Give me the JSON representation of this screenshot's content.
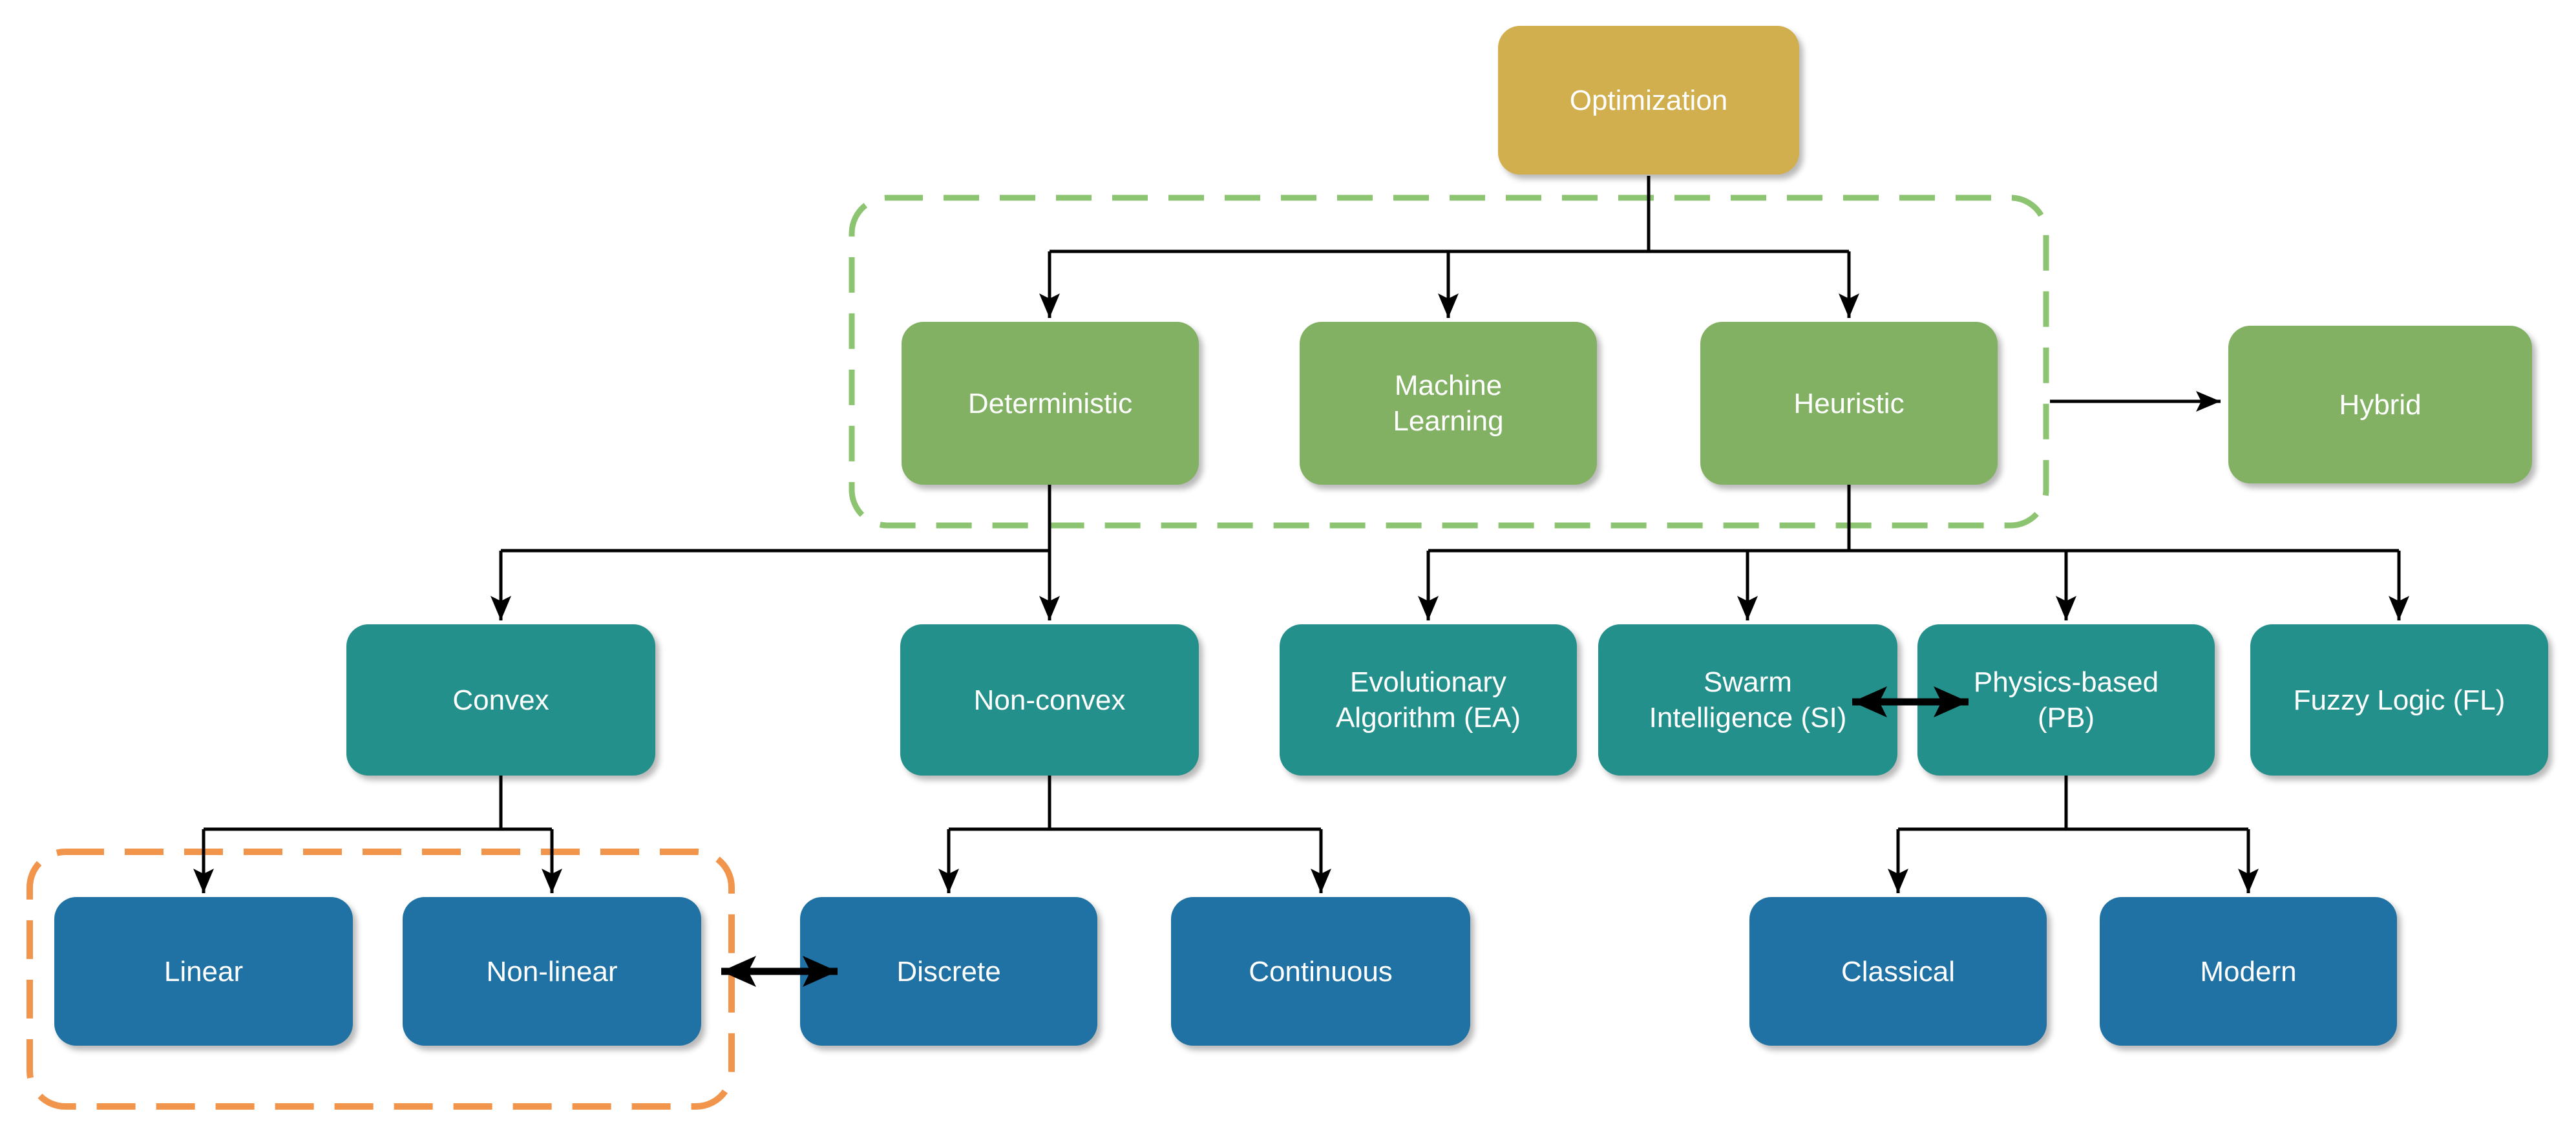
{
  "diagram": {
    "type": "flowchart",
    "title": "Optimization methods taxonomy",
    "background": "#FFFFFF",
    "colors": {
      "root_fill": "#D2AF4E",
      "category_fill": "#82B164",
      "subcategory_fill": "#24908B",
      "leaf_fill": "#1F72A3",
      "green_dash": "#8CC472",
      "orange_dash": "#F0954B",
      "connector": "#000000",
      "text": "#FFFFFF"
    },
    "nodes": {
      "optimization": {
        "label": "Optimization"
      },
      "deterministic": {
        "label": "Deterministic"
      },
      "machine_learning": {
        "label": "Machine Learning"
      },
      "heuristic": {
        "label": "Heuristic"
      },
      "hybrid": {
        "label": "Hybrid"
      },
      "convex": {
        "label": "Convex"
      },
      "non_convex": {
        "label": "Non-convex"
      },
      "ea": {
        "label": "Evolutionary Algorithm (EA)"
      },
      "si": {
        "label": "Swarm Intelligence (SI)"
      },
      "pb": {
        "label": "Physics-based (PB)"
      },
      "fl": {
        "label": "Fuzzy Logic (FL)"
      },
      "linear": {
        "label": "Linear"
      },
      "non_linear": {
        "label": "Non-linear"
      },
      "discrete": {
        "label": "Discrete"
      },
      "continuous": {
        "label": "Continuous"
      },
      "classical": {
        "label": "Classical"
      },
      "modern": {
        "label": "Modern"
      }
    },
    "groups": [
      {
        "name": "green-dashed-group",
        "style": "green dashed rounded rectangle",
        "members": [
          "Deterministic",
          "Machine Learning",
          "Heuristic"
        ]
      },
      {
        "name": "orange-dashed-group",
        "style": "orange dashed rounded rectangle",
        "members": [
          "Linear",
          "Non-linear"
        ]
      }
    ],
    "edges": [
      {
        "from": "Optimization",
        "to": "Deterministic",
        "type": "arrow"
      },
      {
        "from": "Optimization",
        "to": "Machine Learning",
        "type": "arrow"
      },
      {
        "from": "Optimization",
        "to": "Heuristic",
        "type": "arrow"
      },
      {
        "from": "Heuristic group",
        "to": "Hybrid",
        "type": "arrow"
      },
      {
        "from": "Deterministic",
        "to": "Convex",
        "type": "arrow"
      },
      {
        "from": "Deterministic",
        "to": "Non-convex",
        "type": "arrow"
      },
      {
        "from": "Heuristic",
        "to": "Evolutionary Algorithm (EA)",
        "type": "arrow"
      },
      {
        "from": "Heuristic",
        "to": "Swarm Intelligence (SI)",
        "type": "arrow"
      },
      {
        "from": "Heuristic",
        "to": "Physics-based (PB)",
        "type": "arrow"
      },
      {
        "from": "Heuristic",
        "to": "Fuzzy Logic (FL)",
        "type": "arrow"
      },
      {
        "from": "Convex",
        "to": "Linear",
        "type": "arrow"
      },
      {
        "from": "Convex",
        "to": "Non-linear",
        "type": "arrow"
      },
      {
        "from": "Non-convex",
        "to": "Discrete",
        "type": "arrow"
      },
      {
        "from": "Non-convex",
        "to": "Continuous",
        "type": "arrow"
      },
      {
        "from": "Physics-based (PB)",
        "to": "Classical",
        "type": "arrow"
      },
      {
        "from": "Physics-based (PB)",
        "to": "Modern",
        "type": "arrow"
      },
      {
        "from": "Swarm Intelligence (SI)",
        "to": "Physics-based (PB)",
        "type": "double-arrow"
      },
      {
        "from": "Non-linear",
        "to": "Discrete",
        "type": "double-arrow"
      }
    ]
  }
}
